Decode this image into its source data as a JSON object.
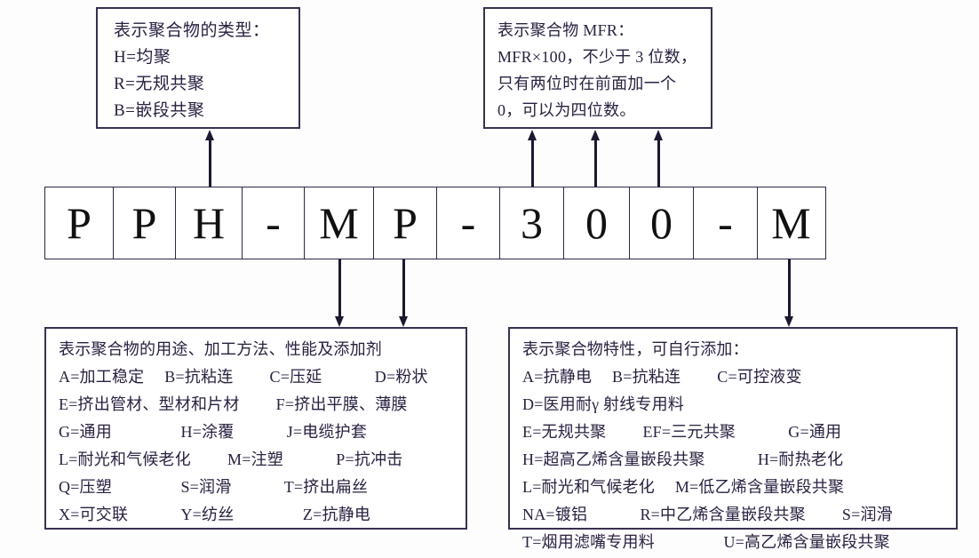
{
  "diagram": {
    "title": "PPH-MP-300-M 聚丙烯牌号命名规则图",
    "colors": {
      "border": "#3a3050",
      "text": "#241c38",
      "arrow": "#1d1730",
      "cell_border": "#2e2746",
      "background": "#fdfdfd"
    }
  },
  "code": {
    "full": "PPH-MP-300-M",
    "cells": [
      {
        "char": "P",
        "width": 78
      },
      {
        "char": "P",
        "width": 72
      },
      {
        "char": "H",
        "width": 76
      },
      {
        "char": "-",
        "width": 72
      },
      {
        "char": "M",
        "width": 79
      },
      {
        "char": "P",
        "width": 73
      },
      {
        "char": "-",
        "width": 72
      },
      {
        "char": "3",
        "width": 74
      },
      {
        "char": "0",
        "width": 75
      },
      {
        "char": "0",
        "width": 74
      },
      {
        "char": "-",
        "width": 73
      },
      {
        "char": "M",
        "width": 78
      }
    ]
  },
  "callouts": {
    "type": {
      "name": "polymer-type-callout",
      "lines": [
        "表示聚合物的类型：",
        "H=均聚",
        "R=无规共聚",
        "B=嵌段共聚"
      ]
    },
    "mfr": {
      "name": "mfr-callout",
      "lines": [
        "表示聚合物 MFR：",
        "MFR×100，不少于 3 位数，",
        "只有两位时在前面加一个",
        "0，可以为四位数。"
      ]
    },
    "usage": {
      "name": "usage-callout",
      "lines": [
        "表示聚合物的用途、加工方法、性能及添加剂",
        "A=加工稳定　 B=抗粘连　　 C=压延　　　 D=粉状",
        "E=挤出管材、型材和片材　　 F=挤出平膜、薄膜",
        "G=通用　　　　 H=涂覆　　　 J=电缆护套",
        "L=耐光和气候老化　　 M=注塑　　　 P=抗冲击",
        "Q=压塑　　　　 S=润滑　　　 T=挤出扁丝",
        "X=可交联　　　 Y=纺丝　　　　 Z=抗静电"
      ]
    },
    "properties": {
      "name": "properties-callout",
      "lines": [
        "表示聚合物特性，可自行添加：",
        "A=抗静电　 B=抗粘连　　 C=可控液变",
        "D=医用耐γ 射线专用料",
        "E=无规共聚　　 EF=三元共聚　　　 G=通用",
        "H=超高乙烯含量嵌段共聚　　　 H=耐热老化",
        "L=耐光和气候老化　 M=低乙烯含量嵌段共聚",
        "NA=镀铝　　　 R=中乙烯含量嵌段共聚　　 S=润滑",
        "T=烟用滤嘴专用料　　　　 U=高乙烯含量嵌段共聚"
      ]
    }
  },
  "connectors": [
    {
      "name": "arrow-type-to-H",
      "direction": "up",
      "from_cell": "H",
      "to_callout": "type"
    },
    {
      "name": "arrow-mfr-to-3",
      "direction": "up",
      "from_cell": "3",
      "to_callout": "mfr"
    },
    {
      "name": "arrow-mfr-to-0a",
      "direction": "up",
      "from_cell": "0",
      "to_callout": "mfr"
    },
    {
      "name": "arrow-mfr-to-0b",
      "direction": "up",
      "from_cell": "0",
      "to_callout": "mfr"
    },
    {
      "name": "arrow-usage-to-M",
      "direction": "down",
      "from_cell": "M",
      "to_callout": "usage"
    },
    {
      "name": "arrow-usage-to-P",
      "direction": "down",
      "from_cell": "P",
      "to_callout": "usage"
    },
    {
      "name": "arrow-props-to-M",
      "direction": "down",
      "from_cell": "M",
      "to_callout": "properties"
    }
  ]
}
